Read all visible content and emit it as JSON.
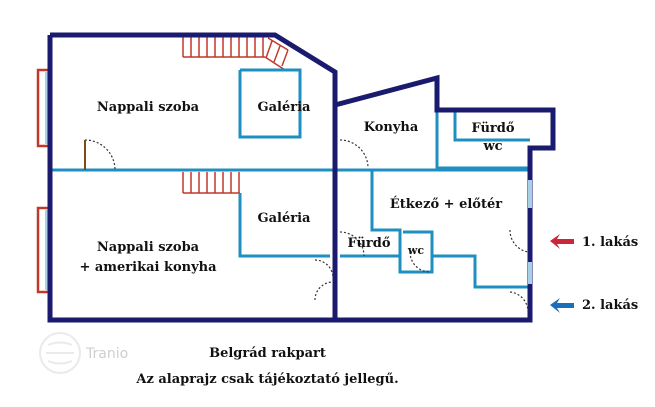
{
  "rooms": {
    "nappali1": "Nappali szoba",
    "galeria1": "Galéria",
    "konyha": "Konyha",
    "furdo1": "Fürdő",
    "wc1": "wc",
    "etkezo": "Étkező + előtér",
    "galeria2": "Galéria",
    "nappali2_line1": "Nappali szoba",
    "nappali2_line2": "+ amerikai konyha",
    "furdo2": "Fürdő",
    "wc2": "wc"
  },
  "legend": {
    "lakas1": "1. lakás",
    "lakas2": "2. lakás",
    "lakas1_color": "#c8283c",
    "lakas2_color": "#1a6fb8"
  },
  "captions": {
    "street": "Belgrád rakpart",
    "disclaimer": "Az alaprajz csak tájékoztató jellegű."
  },
  "watermark": "Tranio",
  "colors": {
    "outer_wall": "#1a1a6e",
    "inner_wall_1": "#1e8fc0",
    "stairs": "#c0392b",
    "window_frame": "#c0392b",
    "window_glass": "#a8d0e6"
  }
}
